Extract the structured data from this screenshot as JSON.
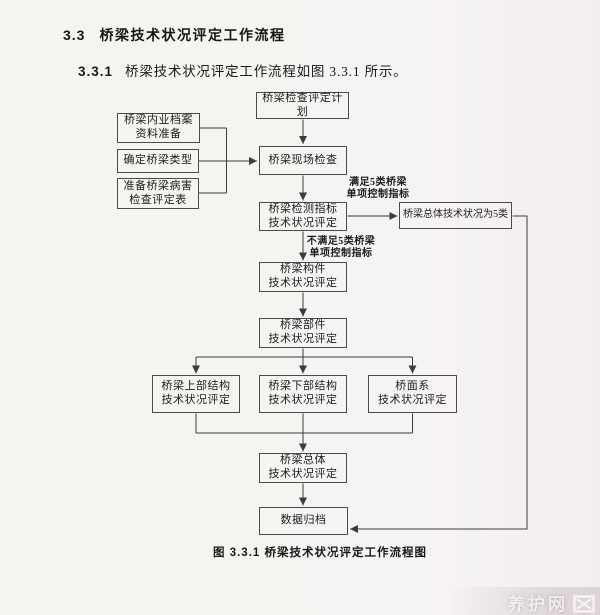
{
  "document": {
    "section": {
      "number": "3.3",
      "title": "桥梁技术状况评定工作流程"
    },
    "clause": {
      "number": "3.3.1",
      "text": "桥梁技术状况评定工作流程如图 3.3.1 所示。"
    },
    "figure_caption": "图 3.3.1  桥梁技术状况评定工作流程图"
  },
  "flowchart": {
    "nodes": {
      "plan": {
        "label": "桥梁检查评定计划"
      },
      "archives": {
        "label": "桥梁内业档案\n资料准备"
      },
      "bridge_type": {
        "label": "确定桥梁类型"
      },
      "disease_form": {
        "label": "准备桥梁病害\n检查评定表"
      },
      "site_inspect": {
        "label": "桥梁现场检查"
      },
      "detect_index": {
        "label": "桥梁检测指标\n技术状况评定"
      },
      "overall_class5": {
        "label": "桥梁总体技术状况为5类"
      },
      "member_eval": {
        "label": "桥梁构件\n技术状况评定"
      },
      "part_eval": {
        "label": "桥梁部件\n技术状况评定"
      },
      "superstructure": {
        "label": "桥梁上部结构\n技术状况评定"
      },
      "substructure": {
        "label": "桥梁下部结构\n技术状况评定"
      },
      "deck_system": {
        "label": "桥面系\n技术状况评定"
      },
      "overall_eval": {
        "label": "桥梁总体\n技术状况评定"
      },
      "data_archive": {
        "label": "数据归档"
      }
    },
    "edge_labels": {
      "meets": "满足5类桥梁\n单项控制指标",
      "not_meets": "不满足5类桥梁\n单项控制指标"
    },
    "line_color": "#3c3c3c"
  },
  "watermark": {
    "text": "养护网",
    "icon": "broken-image-icon"
  }
}
